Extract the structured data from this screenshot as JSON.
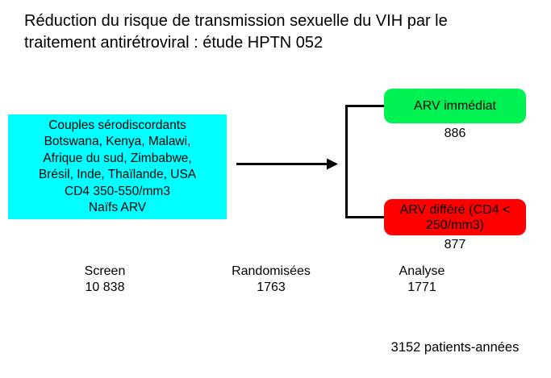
{
  "title": {
    "line1": "Réduction du risque de transmission sexuelle du VIH par le",
    "line2": "traitement antirétroviral : étude HPTN 052"
  },
  "population_box": {
    "lines": [
      "Couples sérodiscordants",
      "Botswana, Kenya, Malawi,",
      "Afrique du sud, Zimbabwe,",
      "Brésil, Inde, Thaïlande, USA",
      "CD4 350-550/mm3",
      "Naïfs ARV"
    ]
  },
  "arms": {
    "immediate": {
      "label": "ARV immédiat",
      "n": "886"
    },
    "deferred": {
      "label": "ARV différé (CD4 < 250/mm3)",
      "n": "877"
    }
  },
  "stages": [
    {
      "label": "Screen",
      "n": "10 838"
    },
    {
      "label": "Randomisées",
      "n": "1763"
    },
    {
      "label": "Analyse",
      "n": "1771"
    }
  ],
  "footer": {
    "follow_up": "3152 patients-années"
  },
  "colors": {
    "population_box": "#00FFFF",
    "arm_immediate": "#00F152",
    "arm_deferred": "#FF0000",
    "connector": "#000000",
    "text": "#000000"
  }
}
